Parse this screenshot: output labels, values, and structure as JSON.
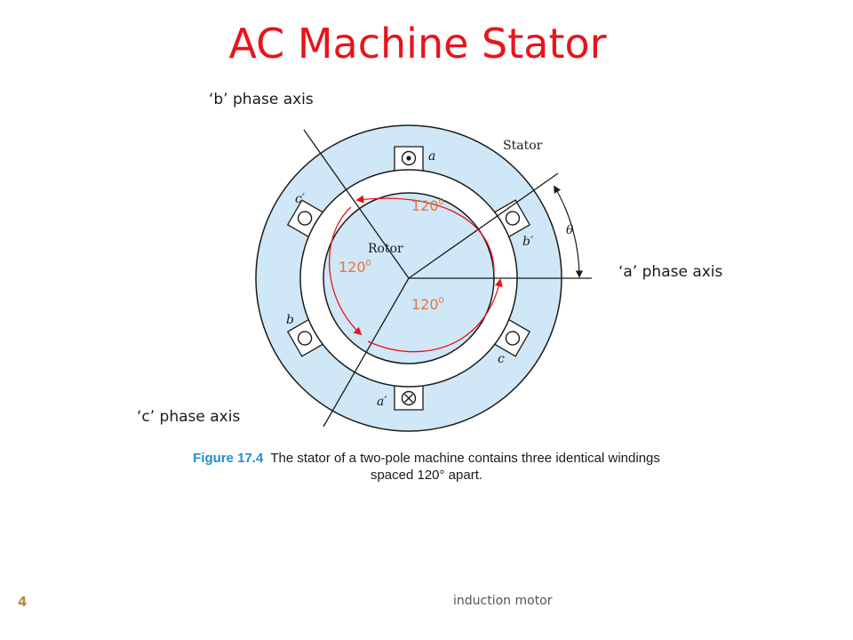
{
  "slide": {
    "title": "AC Machine Stator",
    "page_number": "4",
    "footer": "induction motor"
  },
  "axes": {
    "b_label": "‘b’ phase axis",
    "a_label": "‘a’ phase axis",
    "c_label": "‘c’ phase axis"
  },
  "diagram": {
    "stator_label": "Stator",
    "rotor_label": "Rotor",
    "theta_label": "θ",
    "slots": {
      "a": "a",
      "b_prime": "b′",
      "c": "c",
      "a_prime": "a′",
      "b": "b",
      "c_prime": "c′"
    },
    "angles": [
      {
        "value": "120",
        "sup": "0"
      },
      {
        "value": "120",
        "sup": "0"
      },
      {
        "value": "120",
        "sup": "0"
      }
    ],
    "colors": {
      "stator_fill": "#cfe7f7",
      "angle_arrow": "#e8141b",
      "angle_text": "#e07a3c"
    }
  },
  "caption": {
    "figure_number": "Figure 17.4",
    "text_line1": "The stator of a two-pole machine contains three identical windings",
    "text_line2": "spaced 120° apart."
  }
}
